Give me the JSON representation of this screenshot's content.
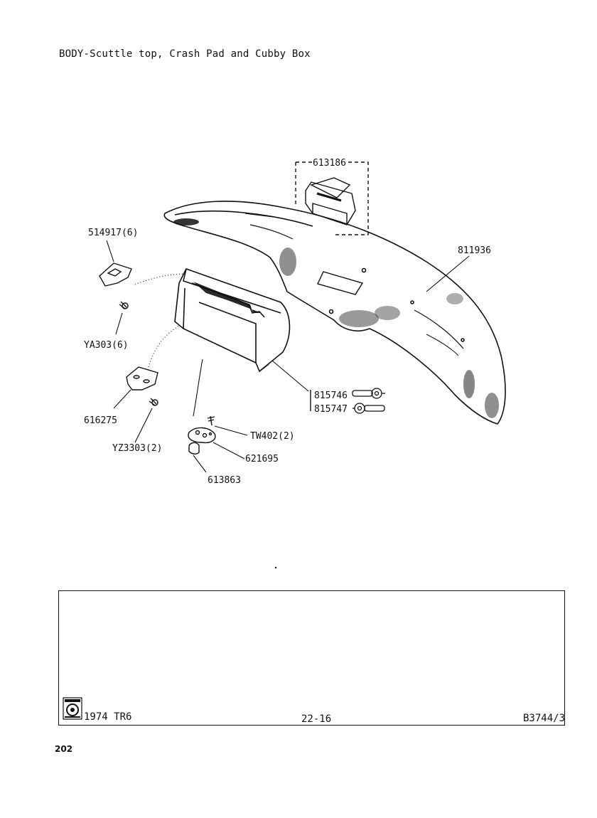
{
  "title": "BODY-Scuttle top, Crash Pad and Cubby Box",
  "labels": {
    "p613186": "613186",
    "p514917": "514917(6)",
    "p811936": "811936",
    "pYA303": "YA303(6)",
    "p815746": "815746",
    "p815747": "815747",
    "p616275": "616275",
    "pTW402": "TW402(2)",
    "pYZ3303": "YZ3303(2)",
    "p621695": "621695",
    "p613863": "613863"
  },
  "footer": {
    "model": "1974 TR6",
    "section": "22-16",
    "code": "B3744/3"
  },
  "page_number": "202"
}
